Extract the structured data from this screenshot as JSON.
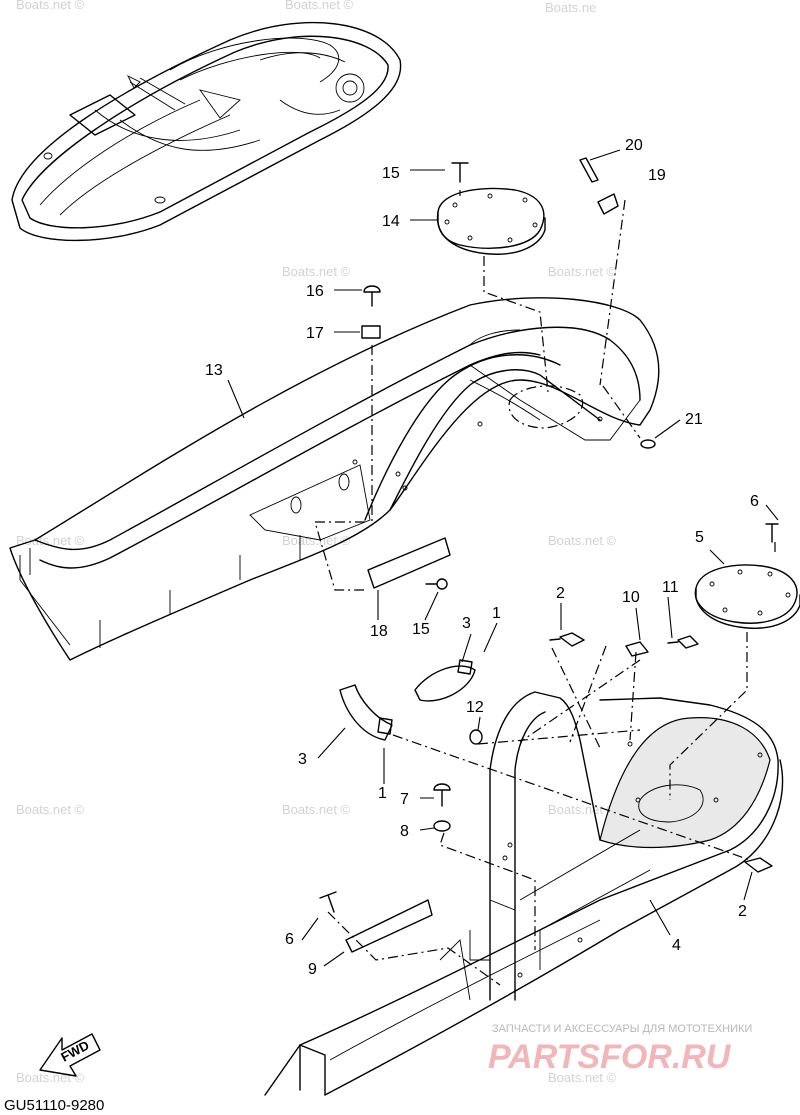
{
  "diagram_code": "GU51110-9280",
  "direction_label": "FWD",
  "watermark": "Boats.net ©",
  "watermark_top": "Boats.ne",
  "brand": {
    "tagline": "ЗАПЧАСТИ И АКСЕССУАРЫ ДЛЯ МОТОТЕХНИКИ",
    "name": "PARTSFOR.RU"
  },
  "colors": {
    "line": "#000000",
    "watermark": "#d2d2d2",
    "brand": "#f3b6b8"
  },
  "callouts": [
    "20",
    "19",
    "15",
    "14",
    "16",
    "17",
    "13",
    "21",
    "6",
    "5",
    "2",
    "10",
    "11",
    "3",
    "1",
    "12",
    "3",
    "1",
    "7",
    "8",
    "18",
    "15",
    "2",
    "4",
    "6",
    "9"
  ]
}
